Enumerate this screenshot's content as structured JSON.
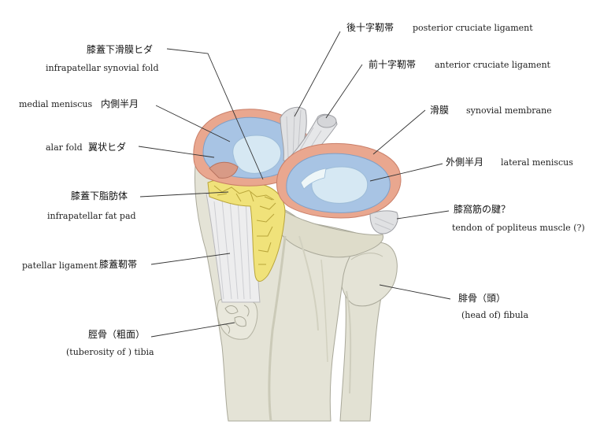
{
  "labels": {
    "infrapatellar_synovial_fold": {
      "jp": "膝蓋下滑膜ヒダ",
      "en": "infrapatellar synovial fold"
    },
    "medial_meniscus": {
      "jp": "内側半月",
      "en": "medial meniscus"
    },
    "alar_fold": {
      "jp": "翼状ヒダ",
      "en": "alar fold"
    },
    "infrapatellar_fat_pad": {
      "jp": "膝蓋下脂肪体",
      "en": "infrapatellar fat pad"
    },
    "patellar_ligament": {
      "jp": "膝蓋靭帯",
      "en": "patellar ligament"
    },
    "tibia_tuberosity": {
      "jp": "脛骨（粗面）",
      "en": "(tuberosity of ) tibia"
    },
    "posterior_cruciate_ligament": {
      "jp": "後十字靭帯",
      "en": "posterior cruciate ligament"
    },
    "anterior_cruciate_ligament": {
      "jp": "前十字靭帯",
      "en": "anterior cruciate ligament"
    },
    "synovial_membrane": {
      "jp": "滑膜",
      "en": "synovial membrane"
    },
    "lateral_meniscus": {
      "jp": "外側半月",
      "en": "lateral meniscus"
    },
    "popliteus_tendon": {
      "jp": "膝窩筋の腱？",
      "en": "tendon of popliteus muscle (?)"
    },
    "fibula_head": {
      "jp": "腓骨（頭）",
      "en": "(head of) fibula"
    }
  },
  "colors": {
    "bone": "#e4e3d6",
    "bone_shadow": "#c9c8b8",
    "bone_dark": "#a9a899",
    "meniscus": "#a8c4e4",
    "meniscus_light": "#d6e8f3",
    "cartilage_white": "#eef6f8",
    "synovium": "#e9a78f",
    "synovium_dark": "#c97e68",
    "fat": "#f0e27a",
    "fat_line": "#b9a53a",
    "ligament": "#ededee",
    "leader": "#333333"
  }
}
